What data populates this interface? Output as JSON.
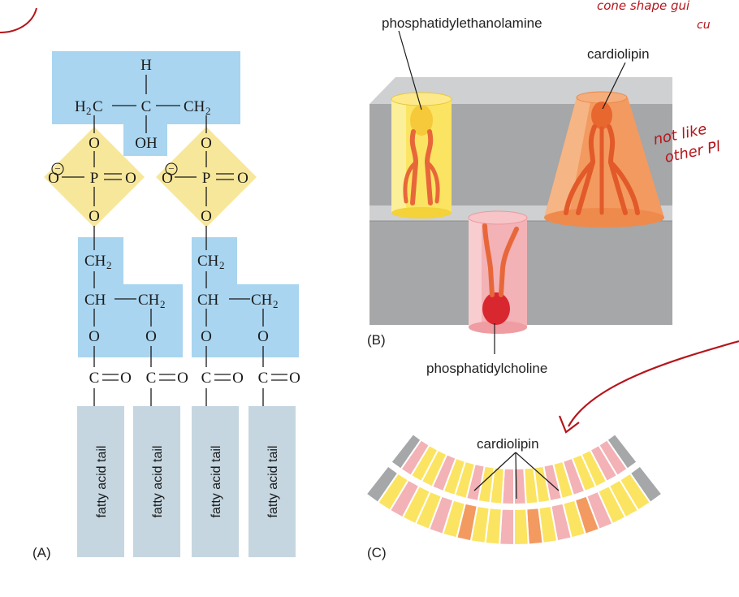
{
  "colors": {
    "glycerol": "#a9d5f0",
    "phosphate": "#f7e79a",
    "tail": "#c5d6e0",
    "membrane": "#a5a7a9",
    "pe": "#fbe462",
    "pc": "#f3b2b6",
    "cardiolipin": "#f39a60",
    "annotation": "#b5151b"
  },
  "panels": {
    "a": {
      "label": "(A)"
    },
    "b": {
      "label": "(B)"
    },
    "c": {
      "label": "(C)"
    }
  },
  "structure": {
    "h": "H",
    "oh": "OH",
    "o": "O",
    "p": "P",
    "c": "C",
    "h2c": "H",
    "ch2": "CH",
    "ch": "CH",
    "sub2": "2",
    "minus": "−",
    "tails": [
      "fatty acid tail",
      "fatty acid tail",
      "fatty acid tail",
      "fatty acid tail"
    ]
  },
  "panel_b": {
    "pe_label": "phosphatidylethanolamine",
    "cardiolipin_label": "cardiolipin",
    "pc_label": "phosphatidylcholine"
  },
  "panel_c": {
    "cardiolipin_label": "cardiolipin"
  },
  "handwritten": {
    "top": "cone shape gui",
    "top2": "cu",
    "right1": "not like",
    "right2": "other Pl"
  }
}
